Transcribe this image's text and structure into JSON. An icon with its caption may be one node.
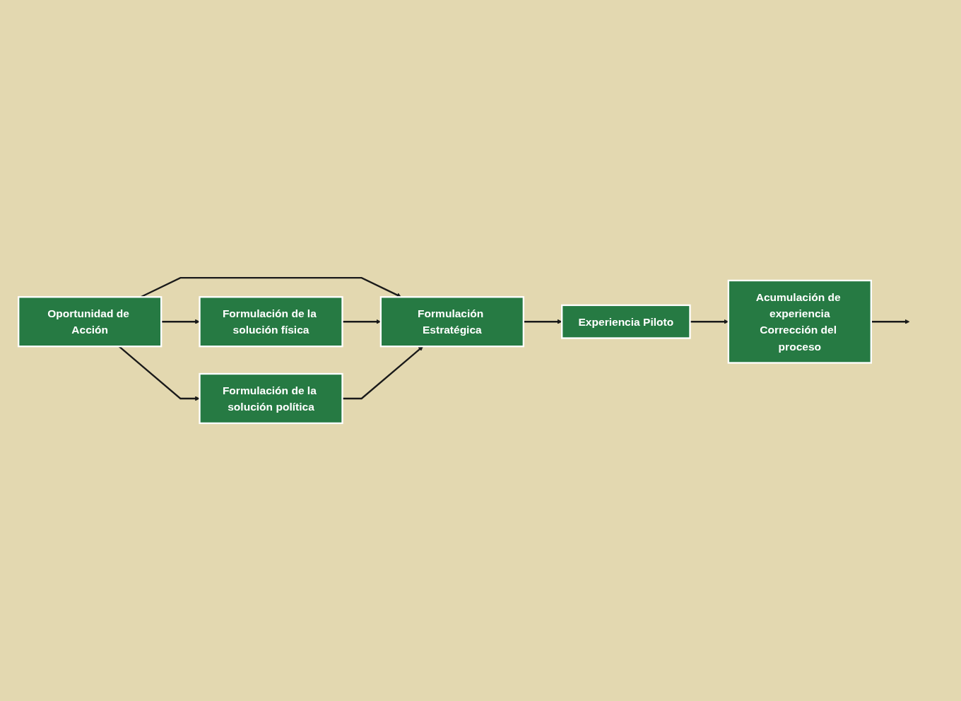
{
  "diagram": {
    "nodes": [
      {
        "text": [
          "Oportunidad de Acción"
        ]
      },
      {
        "text": [
          "Formulación de la solución física"
        ]
      },
      {
        "text": [
          "Formulación Estratégica"
        ]
      },
      {
        "text": [
          "Experiencia Piloto"
        ]
      },
      {
        "text": [
          "Formulación de la solución política"
        ]
      },
      {
        "text": [
          "Acumulación de experiencia",
          "Corrección del proceso"
        ]
      }
    ],
    "edges": [
      {
        "from": 0,
        "to": 1,
        "arrow": "to"
      },
      {
        "from": 0,
        "to": 2,
        "arrow": "to"
      },
      {
        "from": 0,
        "to": 4,
        "arrow": "to"
      },
      {
        "from": 1,
        "to": 2,
        "arrow": "to"
      },
      {
        "from": 4,
        "to": 2,
        "arrow": "to"
      },
      {
        "from": 2,
        "to": 3,
        "arrow": "to"
      },
      {
        "from": 3,
        "to": 5,
        "arrow": "to"
      },
      {
        "from": 5,
        "to": null,
        "arrow": "to"
      }
    ]
  }
}
